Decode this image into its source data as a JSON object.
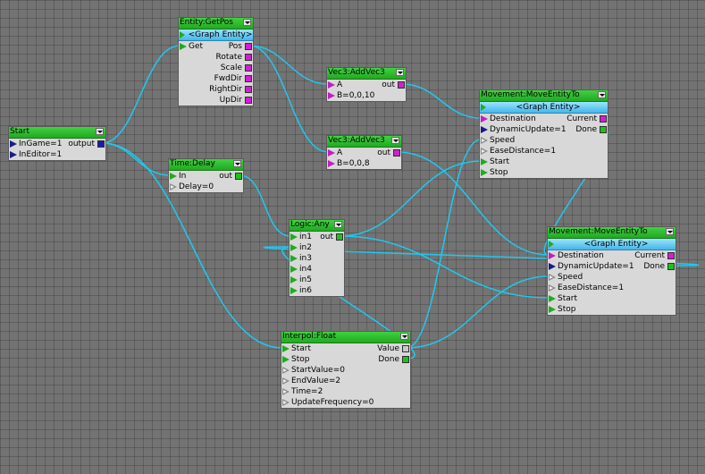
{
  "colors": {
    "wire": "#1ec8f0",
    "canvas": "#737373",
    "header": "#2fbf2f",
    "entity_bar": "#5cc4f0"
  },
  "nodes": [
    {
      "id": "start",
      "title": "Start",
      "inputs": [
        {
          "label": "InGame=1",
          "pin": "navy"
        },
        {
          "label": "InEditor=1",
          "pin": "navy"
        }
      ],
      "outputs": [
        {
          "label": "output",
          "row": 0,
          "pin": "navy"
        }
      ]
    },
    {
      "id": "getpos",
      "title": "Entity:GetPos",
      "entity": "<Graph Entity>",
      "inputs": [
        {
          "label": "Get",
          "pin": "green"
        }
      ],
      "outputs": [
        {
          "label": "Pos",
          "row": 0,
          "pin": "magenta"
        },
        {
          "label": "Rotate",
          "row": 1,
          "pin": "magenta"
        },
        {
          "label": "Scale",
          "row": 2,
          "pin": "magenta"
        },
        {
          "label": "FwdDir",
          "row": 3,
          "pin": "magenta"
        },
        {
          "label": "RightDir",
          "row": 4,
          "pin": "magenta"
        },
        {
          "label": "UpDir",
          "row": 5,
          "pin": "magenta"
        }
      ]
    },
    {
      "id": "addvec1",
      "title": "Vec3:AddVec3",
      "inputs": [
        {
          "label": "A",
          "pin": "magenta"
        },
        {
          "label": "B=0,0,10",
          "pin": "magenta"
        }
      ],
      "outputs": [
        {
          "label": "out",
          "row": 0,
          "pin": "magenta"
        }
      ]
    },
    {
      "id": "addvec2",
      "title": "Vec3:AddVec3",
      "inputs": [
        {
          "label": "A",
          "pin": "magenta"
        },
        {
          "label": "B=0,0,8",
          "pin": "magenta"
        }
      ],
      "outputs": [
        {
          "label": "out",
          "row": 0,
          "pin": "magenta"
        }
      ]
    },
    {
      "id": "delay",
      "title": "Time:Delay",
      "inputs": [
        {
          "label": "In",
          "pin": "green"
        },
        {
          "label": "Delay=0",
          "pin": "hollow"
        }
      ],
      "outputs": [
        {
          "label": "out",
          "row": 0,
          "pin": "green"
        }
      ]
    },
    {
      "id": "any",
      "title": "Logic:Any",
      "inputs": [
        {
          "label": "in1",
          "pin": "green"
        },
        {
          "label": "in2",
          "pin": "green"
        },
        {
          "label": "in3",
          "pin": "green"
        },
        {
          "label": "in4",
          "pin": "green"
        },
        {
          "label": "in5",
          "pin": "green"
        },
        {
          "label": "in6",
          "pin": "green"
        }
      ],
      "outputs": [
        {
          "label": "out",
          "row": 0,
          "pin": "green"
        }
      ]
    },
    {
      "id": "interpol",
      "title": "Interpol:Float",
      "inputs": [
        {
          "label": "Start",
          "pin": "green"
        },
        {
          "label": "Stop",
          "pin": "green"
        },
        {
          "label": "StartValue=0",
          "pin": "hollow"
        },
        {
          "label": "EndValue=2",
          "pin": "hollow"
        },
        {
          "label": "Time=2",
          "pin": "hollow"
        },
        {
          "label": "UpdateFrequency=0",
          "pin": "hollow"
        }
      ],
      "outputs": [
        {
          "label": "Value",
          "row": 0,
          "pin": "gray"
        },
        {
          "label": "Done",
          "row": 1,
          "pin": "green"
        }
      ]
    },
    {
      "id": "move1",
      "title": "Movement:MoveEntityTo",
      "entity": "<Graph Entity>",
      "inputs": [
        {
          "label": "Destination",
          "pin": "magenta"
        },
        {
          "label": "DynamicUpdate=1",
          "pin": "navy"
        },
        {
          "label": "Speed",
          "pin": "hollow"
        },
        {
          "label": "EaseDistance=1",
          "pin": "hollow"
        },
        {
          "label": "Start",
          "pin": "green"
        },
        {
          "label": "Stop",
          "pin": "green"
        }
      ],
      "outputs": [
        {
          "label": "Current",
          "row": 0,
          "pin": "magenta"
        },
        {
          "label": "Done",
          "row": 1,
          "pin": "green"
        }
      ]
    },
    {
      "id": "move2",
      "title": "Movement:MoveEntityTo",
      "entity": "<Graph Entity>",
      "inputs": [
        {
          "label": "Destination",
          "pin": "magenta"
        },
        {
          "label": "DynamicUpdate=1",
          "pin": "navy"
        },
        {
          "label": "Speed",
          "pin": "hollow"
        },
        {
          "label": "EaseDistance=1",
          "pin": "hollow"
        },
        {
          "label": "Start",
          "pin": "green"
        },
        {
          "label": "Stop",
          "pin": "green"
        }
      ],
      "outputs": [
        {
          "label": "Current",
          "row": 0,
          "pin": "magenta"
        },
        {
          "label": "Done",
          "row": 1,
          "pin": "green"
        }
      ]
    }
  ],
  "edges": [
    {
      "from": "start",
      "out": 0,
      "to": "getpos",
      "in": 0
    },
    {
      "from": "start",
      "out": 0,
      "to": "delay",
      "in": 0
    },
    {
      "from": "start",
      "out": 0,
      "to": "interpol",
      "in": 0
    },
    {
      "from": "getpos",
      "out": 0,
      "to": "addvec1",
      "in": 0
    },
    {
      "from": "getpos",
      "out": 0,
      "to": "addvec2",
      "in": 0
    },
    {
      "from": "addvec1",
      "out": 0,
      "to": "move1",
      "in": 0
    },
    {
      "from": "addvec2",
      "out": 0,
      "to": "move2",
      "in": 0
    },
    {
      "from": "delay",
      "out": 0,
      "to": "any",
      "in": 0
    },
    {
      "from": "any",
      "out": 0,
      "to": "move1",
      "in": 4
    },
    {
      "from": "any",
      "out": 0,
      "to": "move2",
      "in": 4
    },
    {
      "from": "interpol",
      "out": 0,
      "to": "move1",
      "in": 2
    },
    {
      "from": "interpol",
      "out": 0,
      "to": "move2",
      "in": 2
    },
    {
      "from": "interpol",
      "out": 1,
      "to": "any",
      "in": 1
    },
    {
      "from": "move1",
      "out": 1,
      "to": "move2",
      "in": 0
    },
    {
      "from": "move2",
      "out": 1,
      "to": "any",
      "in": 1
    }
  ]
}
